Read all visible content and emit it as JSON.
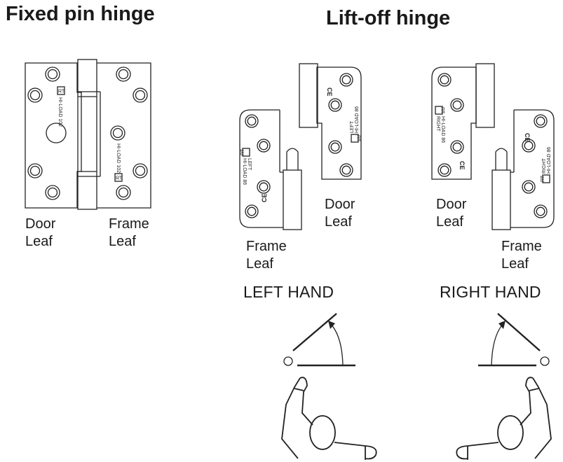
{
  "titles": {
    "fixed_pin": "Fixed pin hinge",
    "lift_off": "Lift-off hinge"
  },
  "fixed_pin_hinge": {
    "door_leaf_label": [
      "Door",
      "Leaf"
    ],
    "frame_leaf_label": [
      "Frame",
      "Leaf"
    ],
    "stamp_logo": "RT",
    "stamp_text": "HI-LOAD 102"
  },
  "lift_off_left": {
    "door_leaf_label": [
      "Door",
      "Leaf"
    ],
    "frame_leaf_label": [
      "Frame",
      "Leaf"
    ],
    "stamp_logo": "RT",
    "stamp_text": "HI-LOAD 86",
    "stamp_side": "LEFT",
    "ce_mark": "CE",
    "hand_label": "LEFT HAND"
  },
  "lift_off_right": {
    "door_leaf_label": [
      "Door",
      "Leaf"
    ],
    "frame_leaf_label": [
      "Frame",
      "Leaf"
    ],
    "stamp_logo": "RT",
    "stamp_text": "HI-LOAD 86",
    "stamp_side": "RIGHT",
    "ce_mark": "CE",
    "hand_label": "RIGHT HAND"
  }
}
